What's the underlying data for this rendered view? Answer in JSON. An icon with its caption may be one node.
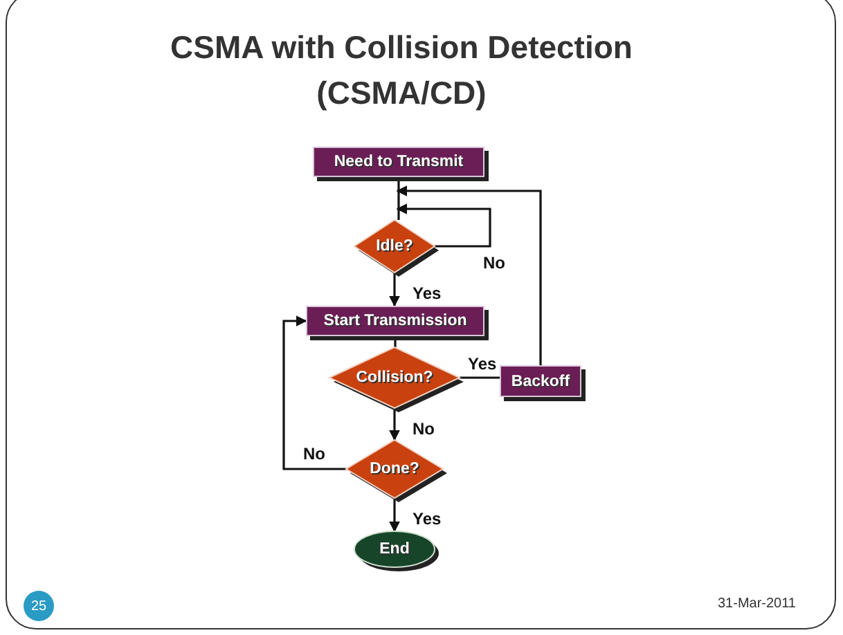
{
  "diagram": {
    "title": "CSMA with Collision Detection (CSMA/CD)",
    "nodes": [
      {
        "text": [
          "Need to Transmit"
        ]
      },
      {
        "text": [
          "Idle?"
        ]
      },
      {
        "text": [
          "Start Transmission"
        ]
      },
      {
        "text": [
          "Collision?"
        ]
      },
      {
        "text": [
          "Backoff"
        ]
      },
      {
        "text": [
          "Done?"
        ]
      },
      {
        "text": [
          "End"
        ]
      }
    ],
    "edges": [
      {
        "from": 0,
        "to": 1,
        "arrow": "none"
      },
      {
        "from": 1,
        "to": 1,
        "arrow": "to",
        "label": "No"
      },
      {
        "from": 1,
        "to": 2,
        "arrow": "to",
        "label": "Yes"
      },
      {
        "from": 2,
        "to": 3,
        "arrow": "none"
      },
      {
        "from": 3,
        "to": 4,
        "arrow": "none",
        "label": "Yes"
      },
      {
        "from": 4,
        "to": 1,
        "arrow": "to"
      },
      {
        "from": 3,
        "to": 5,
        "arrow": "to",
        "label": "No"
      },
      {
        "from": 5,
        "to": 2,
        "arrow": "to",
        "label": "No"
      },
      {
        "from": 5,
        "to": 6,
        "arrow": "to",
        "label": "Yes"
      }
    ],
    "labels": [
      "25",
      "31-Mar-2011"
    ]
  }
}
